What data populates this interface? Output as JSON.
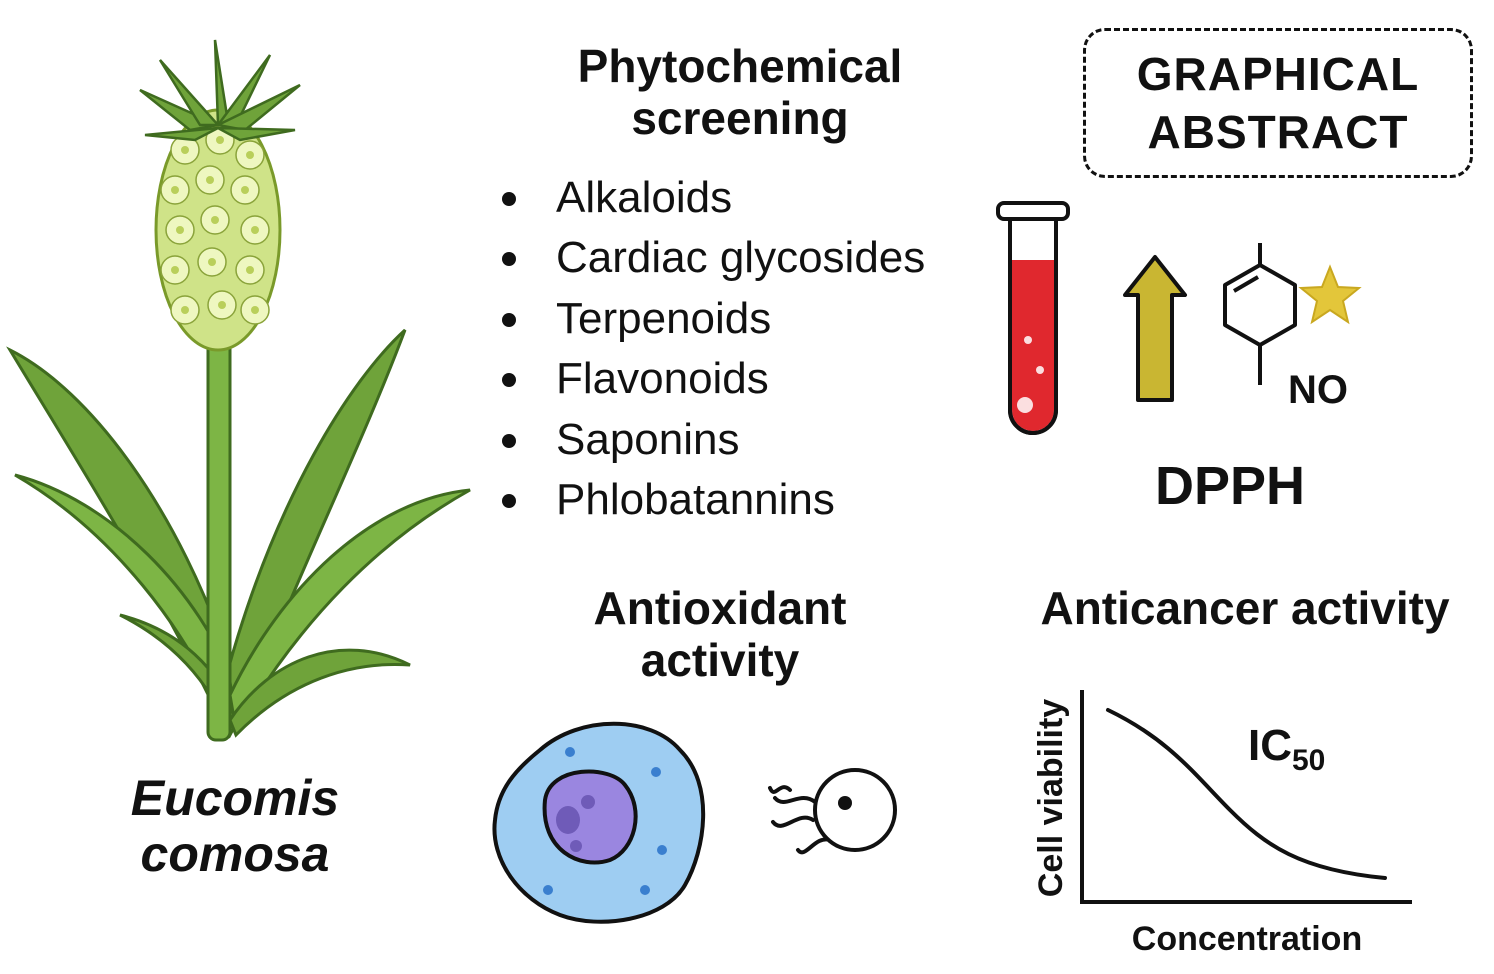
{
  "plant": {
    "name_line1": "Eucomis",
    "name_line2": "comosa"
  },
  "phytochemical": {
    "title_line1": "Phytochemical",
    "title_line2": "screening",
    "compounds": [
      "Alkaloids",
      "Cardiac glycosides",
      "Terpenoids",
      "Flavonoids",
      "Saponins",
      "Phlobatannins"
    ]
  },
  "graphical_abstract": {
    "line1": "GRAPHICAL",
    "line2": "ABSTRACT"
  },
  "dpph": {
    "label": "DPPH",
    "molecule_label": "NO"
  },
  "antioxidant": {
    "title_line1": "Antioxidant",
    "title_line2": "activity"
  },
  "anticancer": {
    "title": "Anticancer activity",
    "ic50_main": "IC",
    "ic50_sub": "50",
    "chart_data": {
      "type": "line",
      "title": "",
      "xlabel": "Concentration",
      "ylabel": "Cell viability",
      "shape": "decreasing sigmoid dose-response curve",
      "grid": false
    }
  },
  "colors": {
    "leaf": "#6fa33a",
    "leaf_dark": "#4a7a25",
    "flower": "#dff0a0",
    "tube_liquid": "#e0282e",
    "arrow": "#c9b632",
    "star": "#e3c63a",
    "cell": "#9ecdf2",
    "nucleus": "#9a86e0"
  }
}
